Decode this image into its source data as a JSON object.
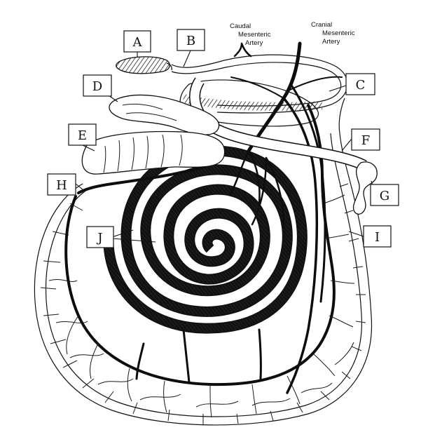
{
  "labels": {
    "A": "A",
    "B": "B",
    "C": "C",
    "D": "D",
    "E": "E",
    "F": "F",
    "G": "G",
    "H": "H",
    "I": "I",
    "J": "J"
  },
  "arteries": {
    "caudal": [
      "Caudal",
      "Mesenteric",
      "Artery"
    ],
    "cranial": [
      "Cranial",
      "Mesenteric",
      "Artery"
    ]
  }
}
